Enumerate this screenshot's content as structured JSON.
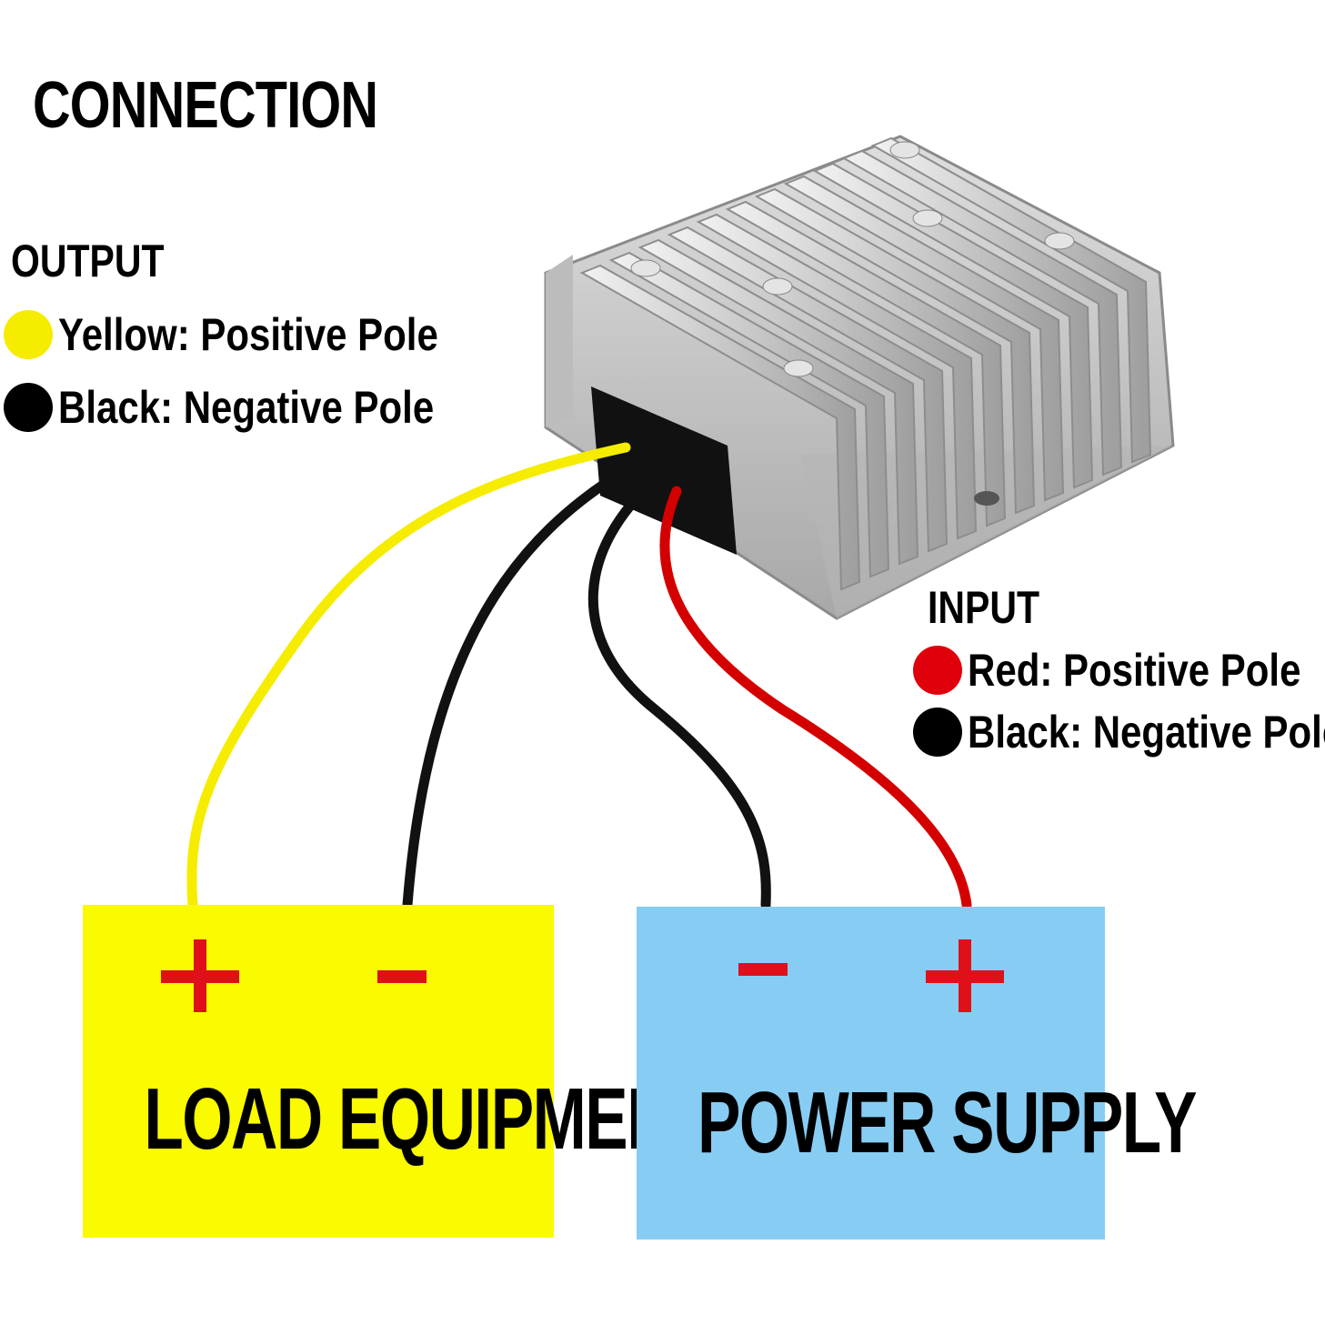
{
  "title": "CONNECTION",
  "output": {
    "heading": "OUTPUT",
    "items": [
      {
        "color": "#f5ec00",
        "text": "Yellow: Positive Pole"
      },
      {
        "color": "#000000",
        "text": "Black: Negative Pole"
      }
    ]
  },
  "input": {
    "heading": "INPUT",
    "items": [
      {
        "color": "#e0000b",
        "text": "Red: Positive Pole"
      },
      {
        "color": "#000000",
        "text": "Black: Negative Pole"
      }
    ]
  },
  "load_box": {
    "label": "LOAD EQUIPMENT",
    "color": "#fafa00",
    "plus": "+",
    "minus": "-"
  },
  "power_box": {
    "label": "POWER SUPPLY",
    "color": "#87cdf3",
    "minus": "-",
    "plus": "+"
  },
  "colors": {
    "sign": "#e0101a",
    "wire_yellow": "#f5ec00",
    "wire_black": "#111111",
    "wire_red": "#d40000",
    "housing": "#cfcfcf"
  }
}
